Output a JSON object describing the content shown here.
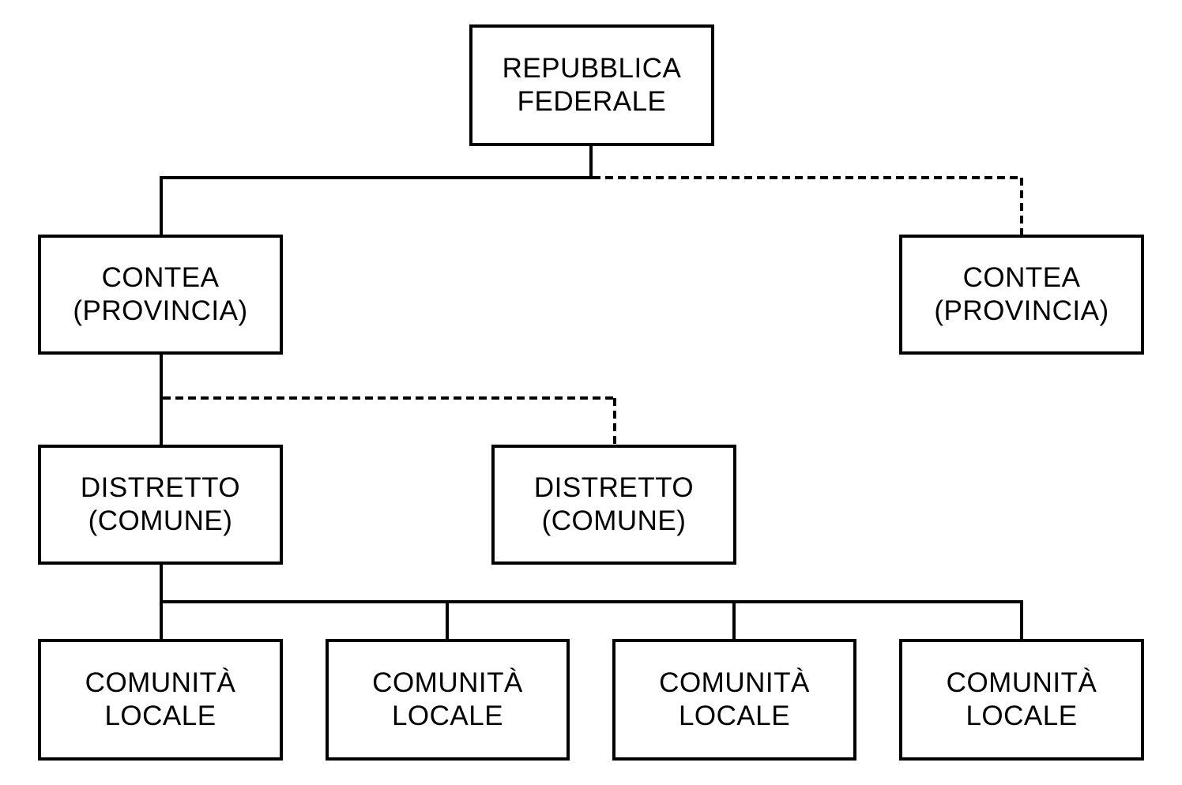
{
  "nodes": {
    "repubblica": {
      "line1": "REPUBBLICA",
      "line2": "FEDERALE"
    },
    "contea_left": {
      "line1": "CONTEA",
      "line2": "(PROVINCIA)"
    },
    "contea_right": {
      "line1": "CONTEA",
      "line2": "(PROVINCIA)"
    },
    "distretto_left": {
      "line1": "DISTRETTO",
      "line2": "(COMUNE)"
    },
    "distretto_right": {
      "line1": "DISTRETTO",
      "line2": "(COMUNE)"
    },
    "comunita_1": {
      "line1": "COMUNITÀ",
      "line2": "LOCALE"
    },
    "comunita_2": {
      "line1": "COMUNITÀ",
      "line2": "LOCALE"
    },
    "comunita_3": {
      "line1": "COMUNITÀ",
      "line2": "LOCALE"
    },
    "comunita_4": {
      "line1": "COMUNITÀ",
      "line2": "LOCALE"
    }
  },
  "connectors": [
    {
      "from": "repubblica",
      "to": "contea_left",
      "style": "solid"
    },
    {
      "from": "repubblica",
      "to": "contea_right",
      "style": "dashed"
    },
    {
      "from": "contea_left",
      "to": "distretto_left",
      "style": "solid"
    },
    {
      "from": "contea_left",
      "to": "distretto_right",
      "style": "dashed"
    },
    {
      "from": "distretto_left",
      "to": "comunita_1",
      "style": "solid"
    },
    {
      "from": "distretto_left",
      "to": "comunita_2",
      "style": "solid"
    },
    {
      "from": "distretto_left",
      "to": "comunita_3",
      "style": "solid"
    },
    {
      "from": "distretto_left",
      "to": "comunita_4",
      "style": "solid"
    }
  ],
  "colors": {
    "line": "#000000",
    "box_border": "#000000",
    "background": "#ffffff"
  }
}
